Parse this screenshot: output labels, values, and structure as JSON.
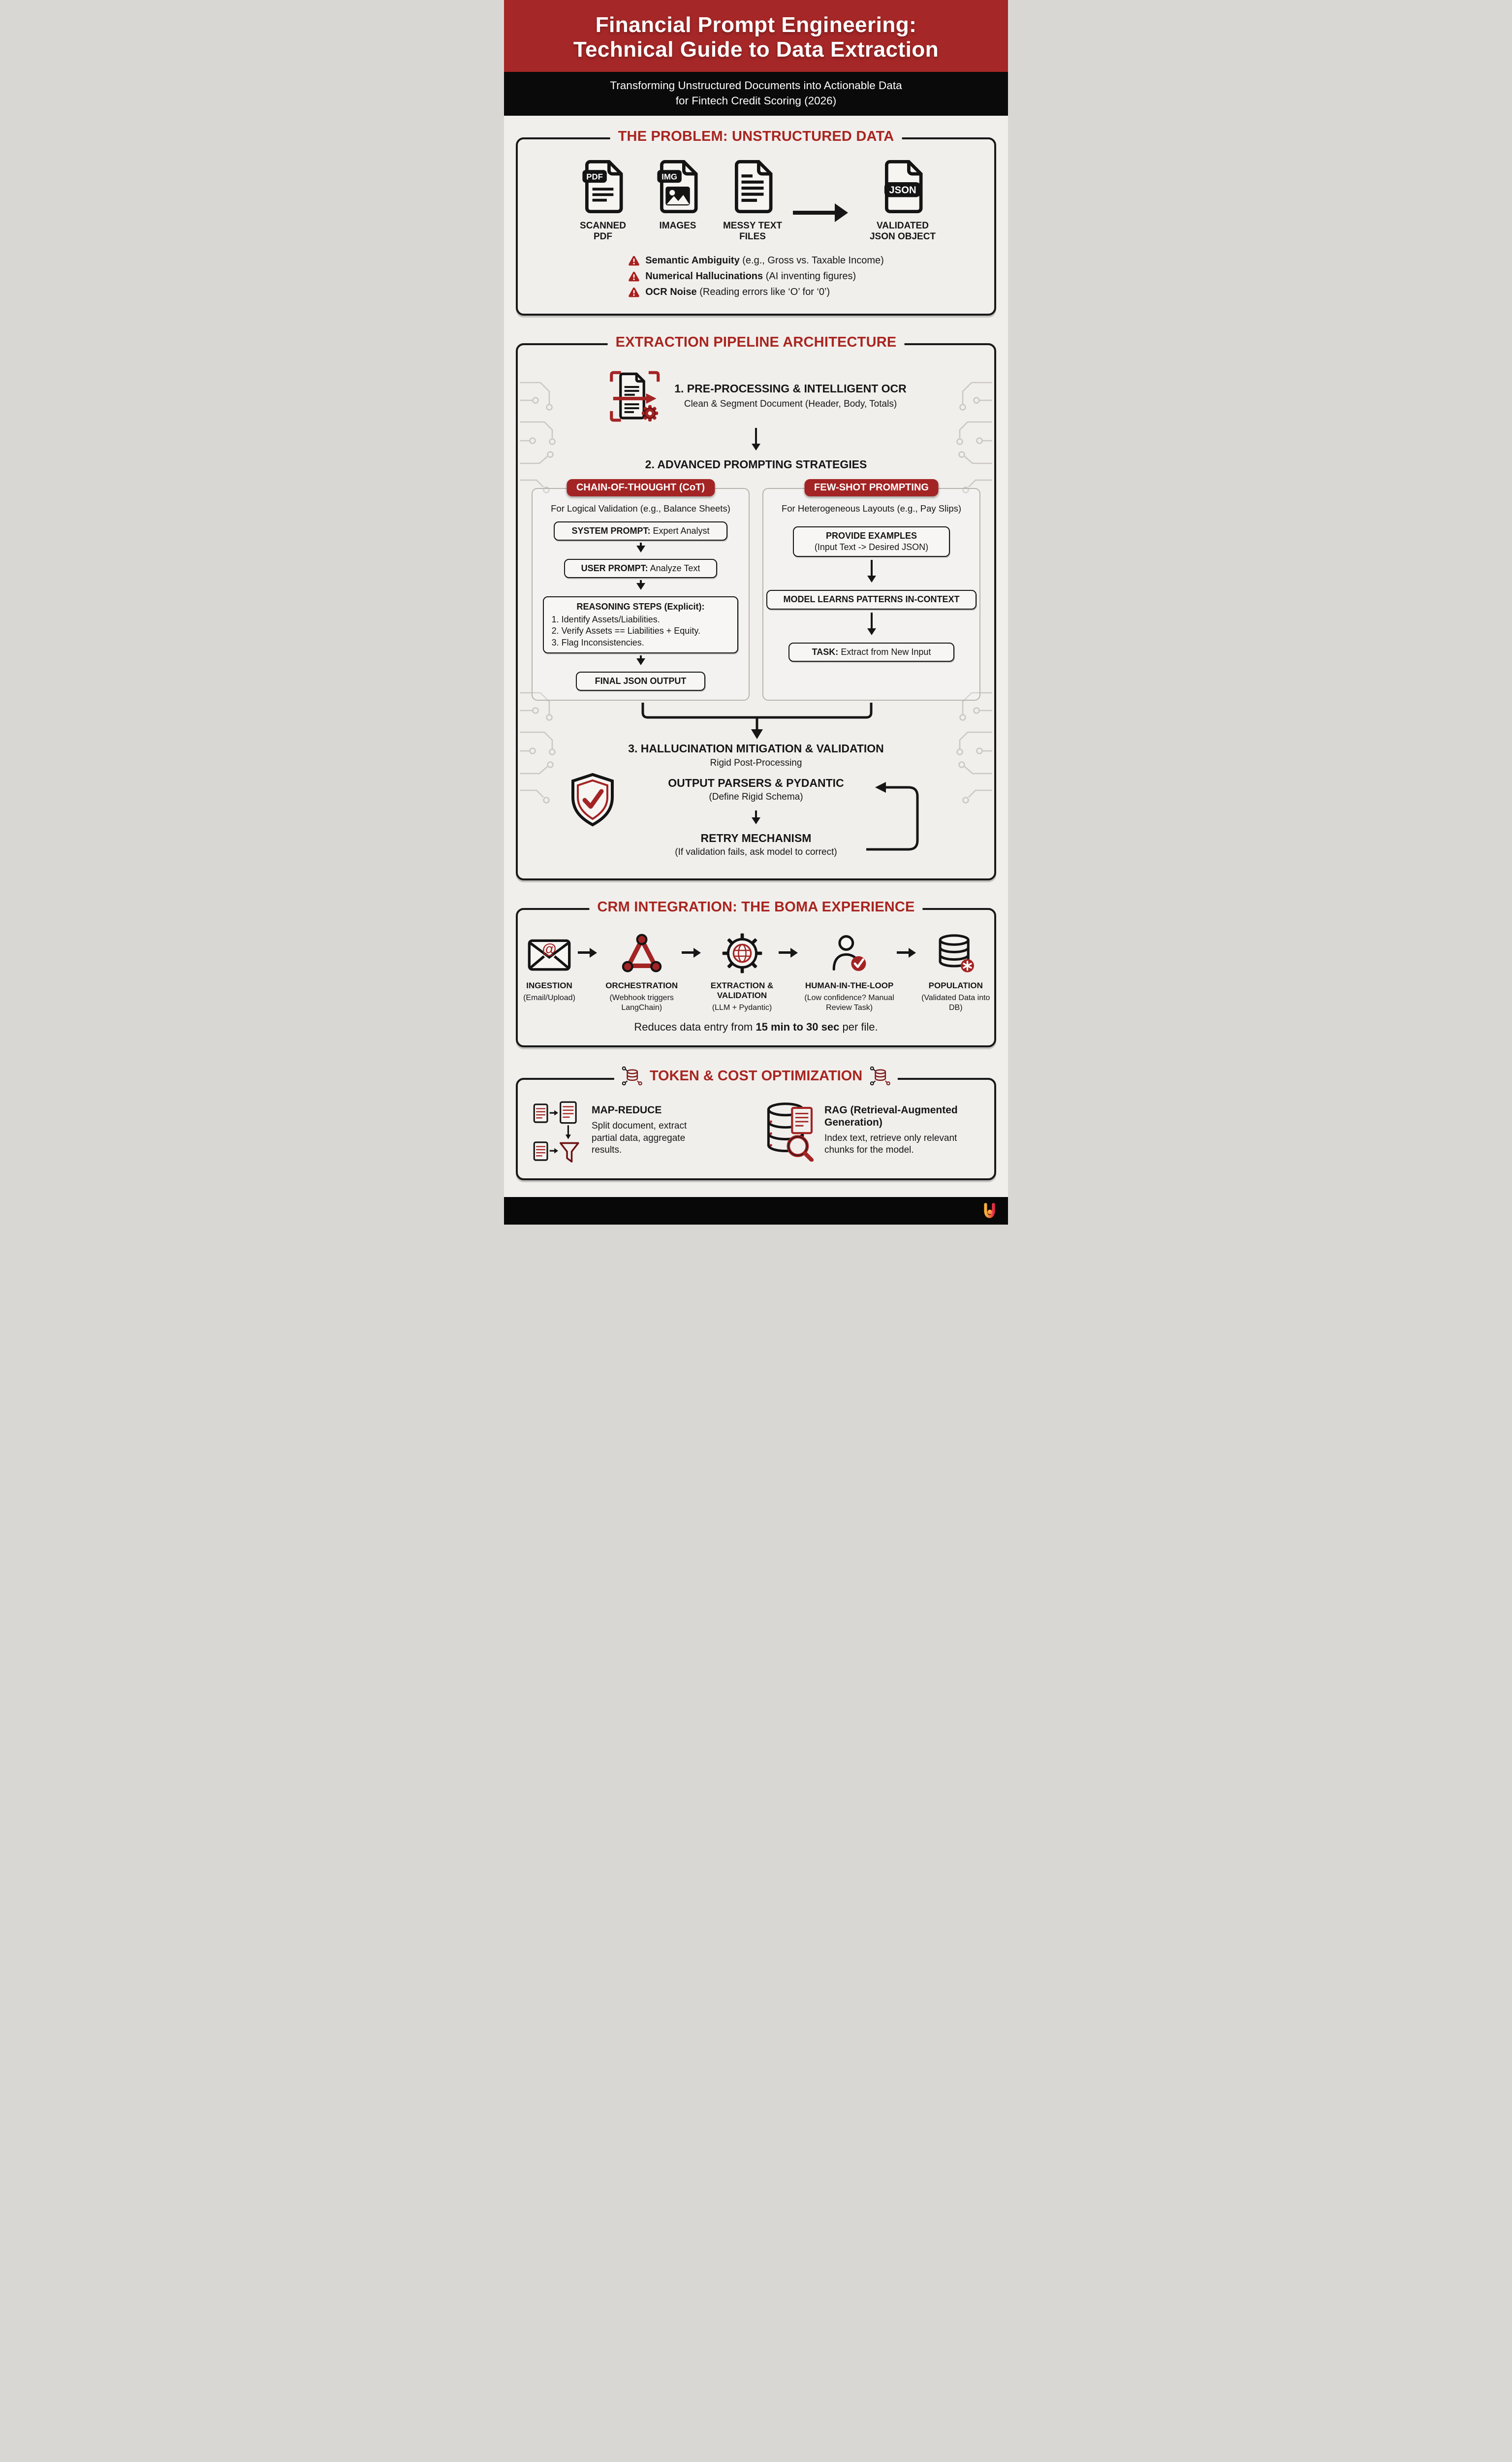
{
  "colors": {
    "banner_red": "#a62727",
    "accent_red": "#a82520",
    "pill_red": "#a32424",
    "ink": "#161616",
    "page_bg": "#f1efec",
    "footer_black": "#080808",
    "circuit_gray": "#c7c3be"
  },
  "header": {
    "title_line1": "Financial Prompt Engineering:",
    "title_line2": "Technical Guide to Data Extraction",
    "subtitle_line1": "Transforming Unstructured Documents into Actionable Data",
    "subtitle_line2": "for Fintech Credit Scoring (2026)"
  },
  "problem": {
    "title": "THE PROBLEM: UNSTRUCTURED DATA",
    "sources": [
      {
        "icon": "pdf-file-icon",
        "badge": "PDF",
        "label": "SCANNED PDF"
      },
      {
        "icon": "image-file-icon",
        "badge": "IMG",
        "label": "IMAGES"
      },
      {
        "icon": "text-file-icon",
        "badge": "",
        "label": "MESSY TEXT FILES"
      }
    ],
    "arrow_icon": "right-arrow-icon",
    "output": {
      "icon": "json-file-icon",
      "badge": "JSON",
      "label": "VALIDATED JSON OBJECT"
    },
    "issues": [
      {
        "icon": "warning-icon",
        "label": "Semantic Ambiguity",
        "detail": "(e.g., Gross vs. Taxable Income)"
      },
      {
        "icon": "warning-icon",
        "label": "Numerical Hallucinations",
        "detail": "(AI inventing figures)"
      },
      {
        "icon": "warning-icon",
        "label": "OCR Noise",
        "detail": "(Reading errors like ‘O’ for ‘0’)"
      }
    ]
  },
  "pipeline": {
    "title": "EXTRACTION PIPELINE ARCHITECTURE",
    "step1": {
      "icon": "document-scan-gear-icon",
      "heading": "1. PRE-PROCESSING & INTELLIGENT OCR",
      "subheading": "Clean & Segment Document (Header, Body, Totals)"
    },
    "step2": {
      "heading": "2. ADVANCED PROMPTING STRATEGIES",
      "cot": {
        "pill": "CHAIN-OF-THOUGHT (CoT)",
        "subtitle": "For Logical Validation (e.g., Balance Sheets)",
        "box1": {
          "label": "SYSTEM PROMPT:",
          "value": "Expert Analyst"
        },
        "box2": {
          "label": "USER PROMPT:",
          "value": "Analyze Text"
        },
        "box3": {
          "title": "REASONING STEPS (Explicit):",
          "items": [
            "1. Identify Assets/Liabilities.",
            "2. Verify Assets == Liabilities + Equity.",
            "3. Flag Inconsistencies."
          ]
        },
        "box4": {
          "label": "FINAL JSON OUTPUT"
        }
      },
      "fewshot": {
        "pill": "FEW-SHOT PROMPTING",
        "subtitle": "For Heterogeneous Layouts (e.g., Pay Slips)",
        "box1": {
          "label": "PROVIDE EXAMPLES",
          "value": "(Input Text -> Desired JSON)"
        },
        "box2": {
          "label": "MODEL LEARNS PATTERNS IN-CONTEXT"
        },
        "box3": {
          "label": "TASK:",
          "value": "Extract from New Input"
        }
      }
    },
    "step3": {
      "icon": "shield-check-icon",
      "heading": "3. HALLUCINATION MITIGATION & VALIDATION",
      "subheading": "Rigid Post-Processing",
      "parser_title": "OUTPUT PARSERS & PYDANTIC",
      "parser_note": "(Define Rigid Schema)",
      "retry_title": "RETRY MECHANISM",
      "retry_note": "(If validation fails, ask model to correct)"
    }
  },
  "crm": {
    "title": "CRM INTEGRATION: THE BOMA EXPERIENCE",
    "steps": [
      {
        "icon": "envelope-at-icon",
        "label": "INGESTION",
        "detail": "(Email/Upload)"
      },
      {
        "icon": "workflow-triangle-icon",
        "label": "ORCHESTRATION",
        "detail": "(Webhook triggers LangChain)"
      },
      {
        "icon": "gear-globe-icon",
        "label": "EXTRACTION & VALIDATION",
        "detail": "(LLM + Pydantic)"
      },
      {
        "icon": "person-check-icon",
        "label": "HUMAN-IN-THE-LOOP",
        "detail": "(Low confidence? Manual Review Task)"
      },
      {
        "icon": "database-check-icon",
        "label": "POPULATION",
        "detail": "(Validated Data into DB)"
      }
    ],
    "summary_prefix": "Reduces data entry from ",
    "summary_bold": "15 min to 30 sec",
    "summary_suffix": " per file."
  },
  "optimization": {
    "title": "TOKEN & COST OPTIMIZATION",
    "title_icon": "token-circuit-icon",
    "left": {
      "icon": "map-reduce-icon",
      "heading": "MAP-REDUCE",
      "description": "Split document, extract partial data, aggregate results."
    },
    "right": {
      "icon": "rag-database-search-icon",
      "heading": "RAG (Retrieval-Augmented Generation)",
      "description": "Index text, retrieve only relevant chunks for the model."
    }
  },
  "footer": {
    "logo_icon": "u-gradient-logo-icon"
  }
}
